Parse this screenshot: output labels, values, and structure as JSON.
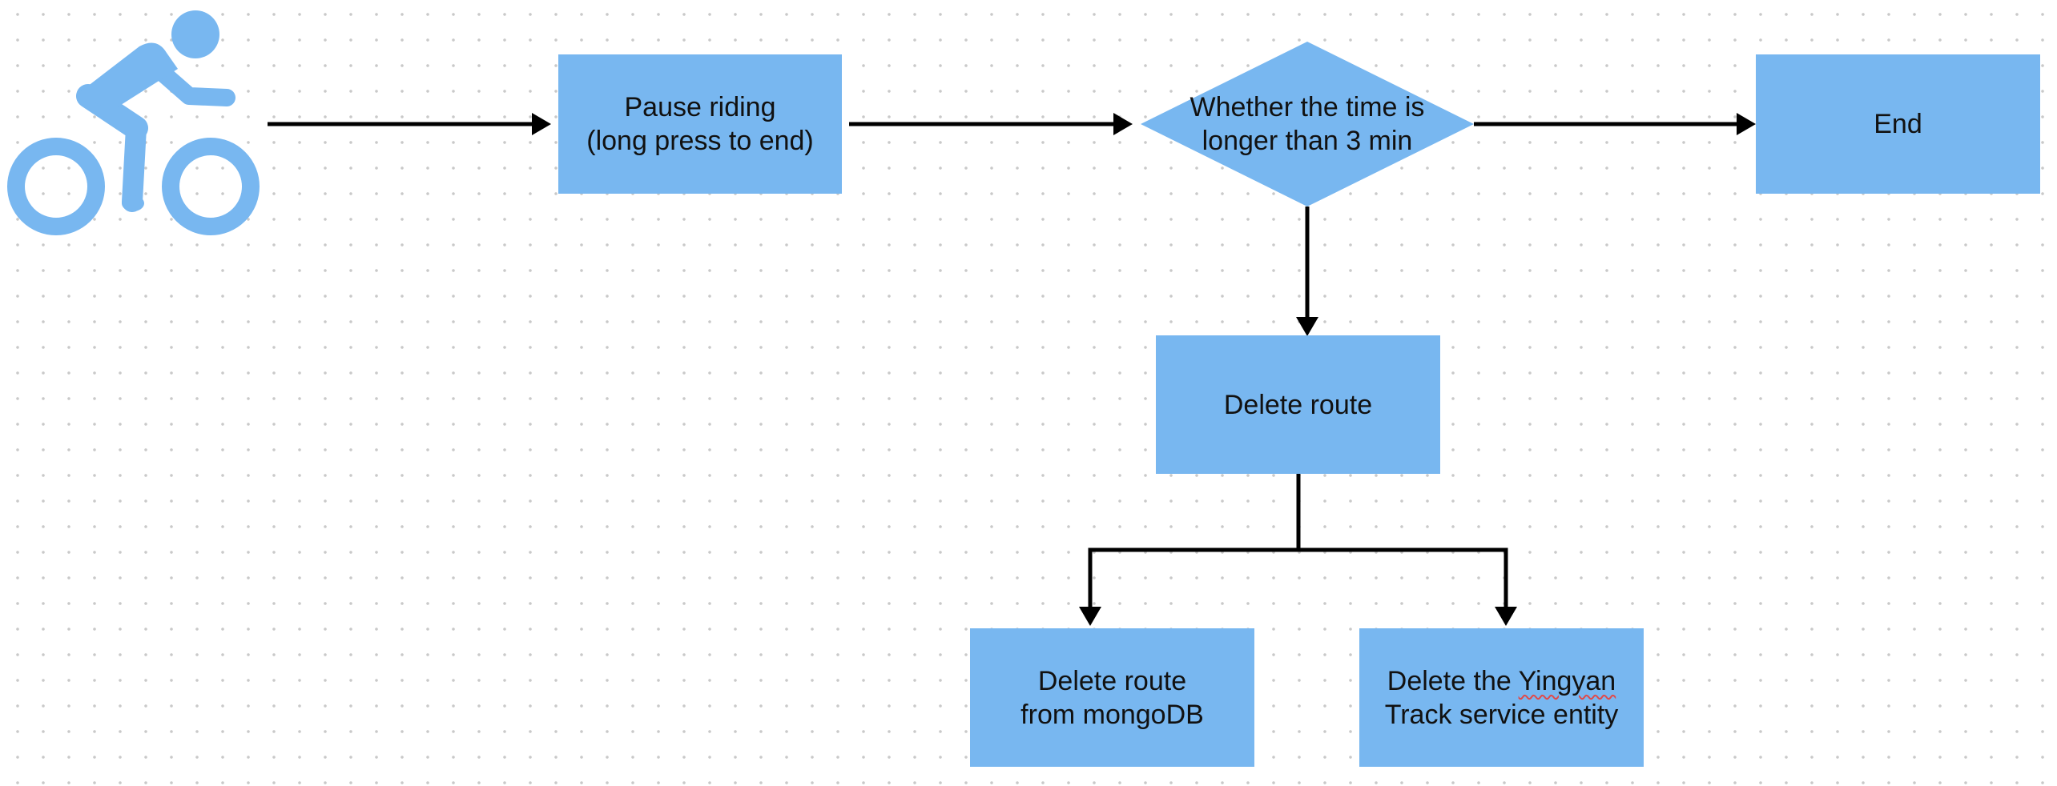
{
  "diagram": {
    "type": "flowchart",
    "colors": {
      "node_fill": "#78b7f0",
      "edge": "#000000",
      "icon": "#78b7f0",
      "grid_dot": "#c9c9c9"
    },
    "start_icon": "cyclist-icon",
    "nodes": {
      "pause": {
        "label": "Pause riding\n(long press to end)",
        "shape": "rectangle"
      },
      "decision": {
        "label": "Whether the time is\nlonger than 3 min",
        "shape": "diamond"
      },
      "end": {
        "label": "End",
        "shape": "rectangle"
      },
      "delete_route": {
        "label": "Delete route",
        "shape": "rectangle"
      },
      "delete_mongo": {
        "label": "Delete route\nfrom mongoDB",
        "shape": "rectangle"
      },
      "delete_yingyan": {
        "label_prefix": "Delete the ",
        "label_flagged": "Yingyan",
        "label_suffix": "\nTrack service entity",
        "shape": "rectangle"
      }
    },
    "edges": [
      {
        "from": "cyclist-icon",
        "to": "pause"
      },
      {
        "from": "pause",
        "to": "decision"
      },
      {
        "from": "decision",
        "to": "end"
      },
      {
        "from": "decision",
        "to": "delete_route"
      },
      {
        "from": "delete_route",
        "to": "delete_mongo"
      },
      {
        "from": "delete_route",
        "to": "delete_yingyan"
      }
    ]
  }
}
